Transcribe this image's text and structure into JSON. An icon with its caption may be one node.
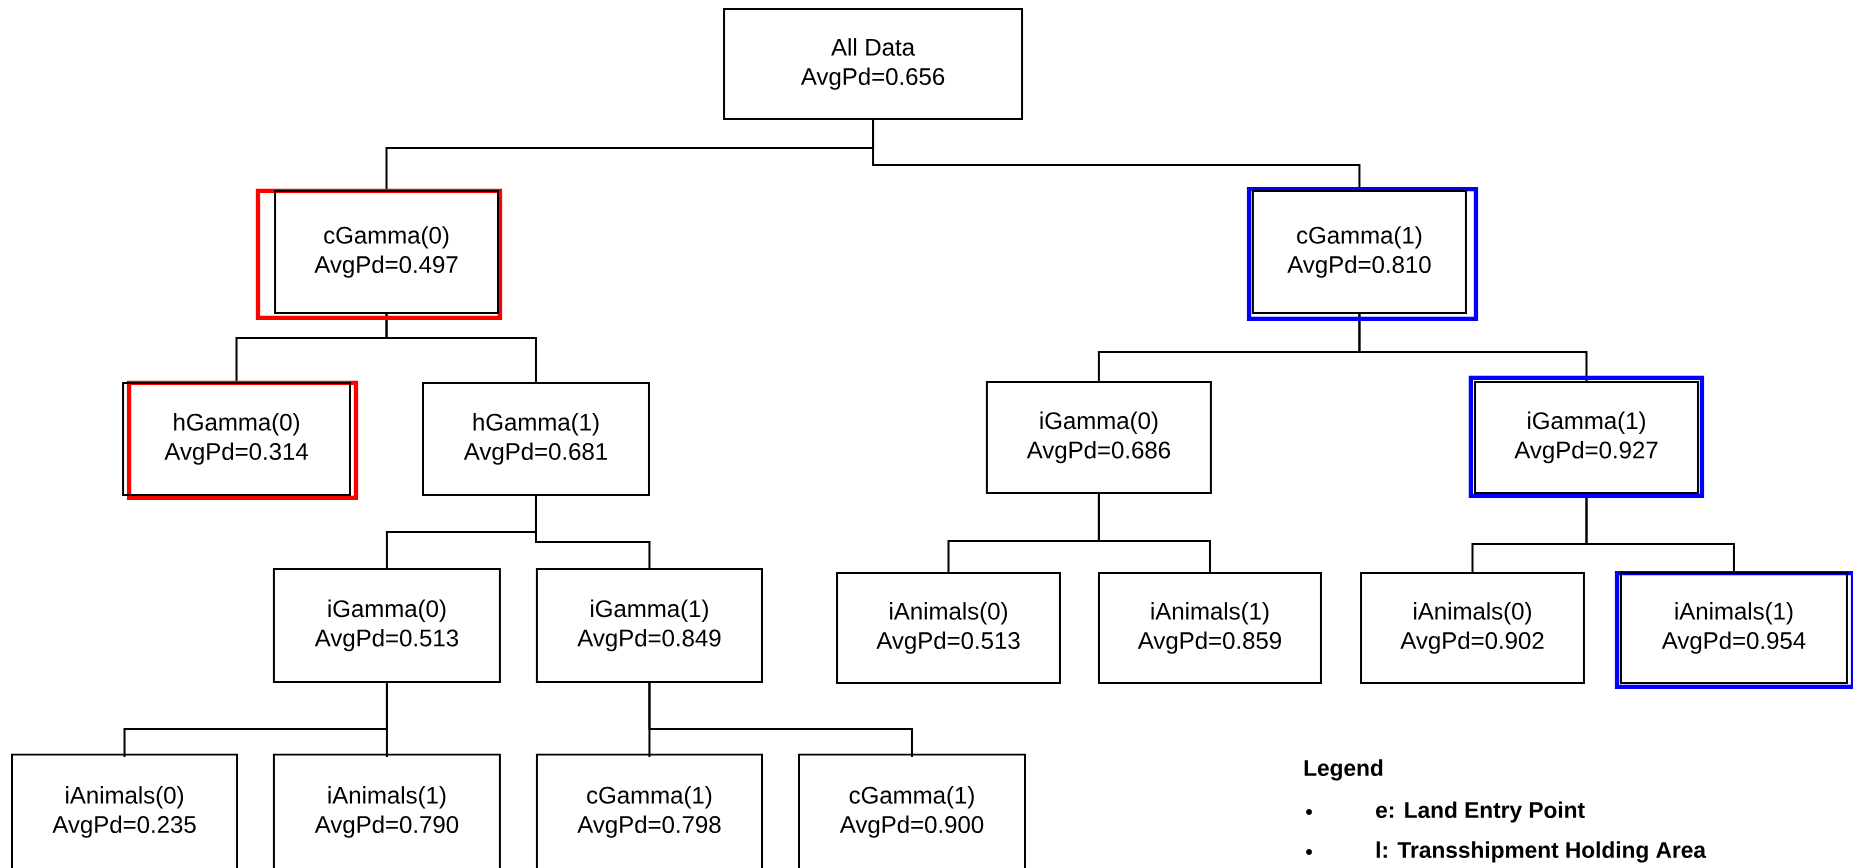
{
  "diagram": {
    "nodes": [
      {
        "text": [
          "All Data",
          "AvgPd=0.656"
        ]
      },
      {
        "text": [
          "cGamma(0)",
          "AvgPd=0.497"
        ]
      },
      {
        "text": [
          "cGamma(1)",
          "AvgPd=0.810"
        ]
      },
      {
        "text": [
          "hGamma(0)",
          "AvgPd=0.314"
        ]
      },
      {
        "text": [
          "hGamma(1)",
          "AvgPd=0.681"
        ]
      },
      {
        "text": [
          "iGamma(0)",
          "AvgPd=0.686"
        ]
      },
      {
        "text": [
          "iGamma(1)",
          "AvgPd=0.927"
        ]
      },
      {
        "text": [
          "iGamma(0)",
          "AvgPd=0.513"
        ]
      },
      {
        "text": [
          "iGamma(1)",
          "AvgPd=0.849"
        ]
      },
      {
        "text": [
          "iAnimals(0)",
          "AvgPd=0.513"
        ]
      },
      {
        "text": [
          "iAnimals(1)",
          "AvgPd=0.859"
        ]
      },
      {
        "text": [
          "iAnimals(0)",
          "AvgPd=0.902"
        ]
      },
      {
        "text": [
          "iAnimals(1)",
          "AvgPd=0.954"
        ]
      },
      {
        "text": [
          "iAnimals(0)",
          "AvgPd=0.235"
        ]
      },
      {
        "text": [
          "iAnimals(1)",
          "AvgPd=0.790"
        ]
      },
      {
        "text": [
          "cGamma(1)",
          "AvgPd=0.798"
        ]
      },
      {
        "text": [
          "cGamma(1)",
          "AvgPd=0.900"
        ]
      }
    ],
    "edges": [
      {
        "from": 0,
        "to": 1,
        "arrow": "none"
      },
      {
        "from": 0,
        "to": 2,
        "arrow": "none"
      },
      {
        "from": 1,
        "to": 3,
        "arrow": "none"
      },
      {
        "from": 1,
        "to": 4,
        "arrow": "none"
      },
      {
        "from": 2,
        "to": 5,
        "arrow": "none"
      },
      {
        "from": 2,
        "to": 6,
        "arrow": "none"
      },
      {
        "from": 4,
        "to": 7,
        "arrow": "none"
      },
      {
        "from": 4,
        "to": 8,
        "arrow": "none"
      },
      {
        "from": 5,
        "to": 9,
        "arrow": "none"
      },
      {
        "from": 5,
        "to": 10,
        "arrow": "none"
      },
      {
        "from": 6,
        "to": 11,
        "arrow": "none"
      },
      {
        "from": 6,
        "to": 12,
        "arrow": "none"
      },
      {
        "from": 7,
        "to": 13,
        "arrow": "none"
      },
      {
        "from": 7,
        "to": 14,
        "arrow": "none"
      },
      {
        "from": 8,
        "to": 15,
        "arrow": "none"
      },
      {
        "from": 8,
        "to": 16,
        "arrow": "none"
      }
    ],
    "labels": [
      "Legend"
    ],
    "legend": [
      {
        "text": "e: Land Entry Point"
      },
      {
        "text": "l: Transshipment Holding Area"
      }
    ]
  }
}
